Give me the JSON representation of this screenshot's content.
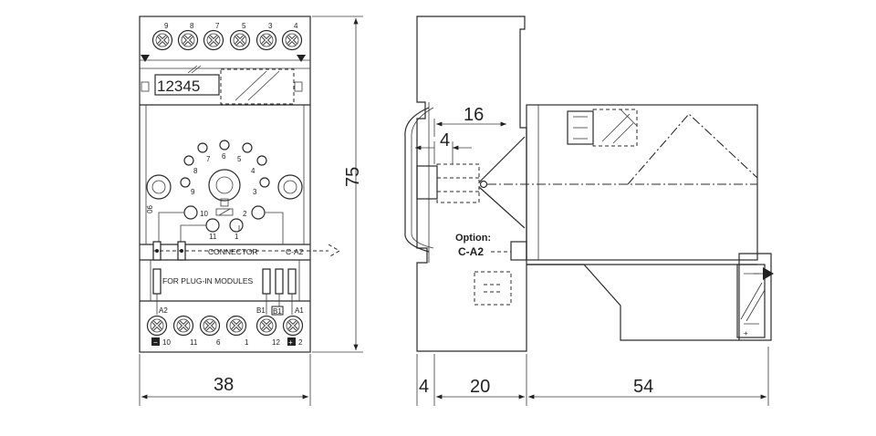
{
  "front_view": {
    "top_terminals": [
      "9",
      "8",
      "7",
      "5",
      "3",
      "4"
    ],
    "bottom_terminal_labels": [
      "A2",
      "B1",
      "A1"
    ],
    "bottom_terminals": [
      "10",
      "11",
      "6",
      "1",
      "12",
      "2"
    ],
    "bottom_minus": "−",
    "bottom_plus": "+",
    "b1_box": "B1",
    "module_label_digits": "12345",
    "socket_pins": [
      "6",
      "7",
      "5",
      "8",
      "4",
      "9",
      "3",
      "10",
      "2",
      "11",
      "1"
    ],
    "socket_side_mark": "90",
    "connector_label": "CONNECTOR",
    "connector_option": "C-A2",
    "plugin_label": "FOR PLUG-IN MODULES"
  },
  "side_view": {
    "option_title": "Option:",
    "option_value": "C-A2",
    "dim_16": "16",
    "dim_4_top": "4"
  },
  "dimensions": {
    "width": "38",
    "height": "75",
    "rail": "4",
    "socket_depth": "20",
    "relay_depth": "54"
  }
}
